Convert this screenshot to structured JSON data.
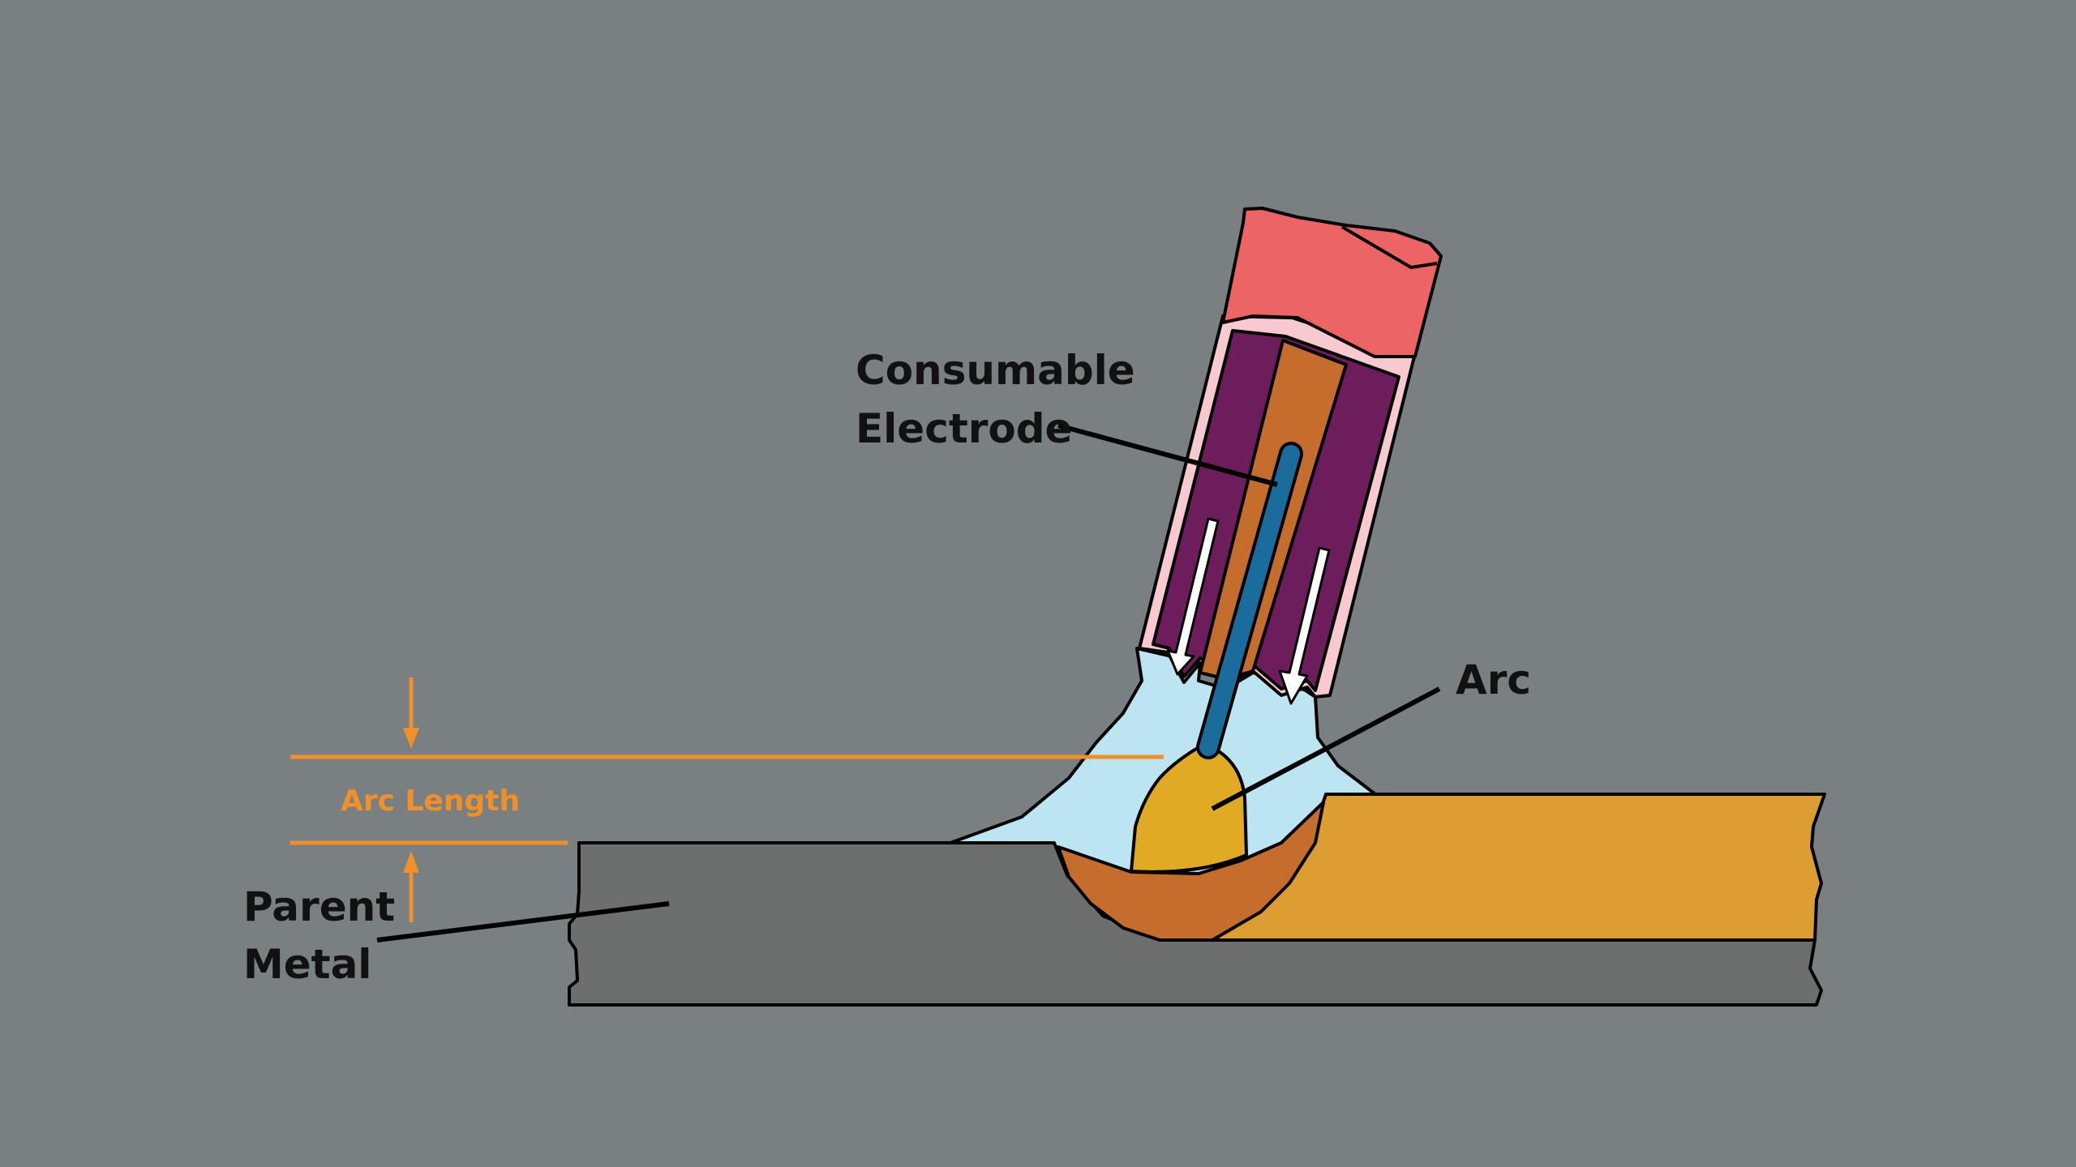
{
  "labels": {
    "electrode_line1": "Consumable",
    "electrode_line2": "Electrode",
    "arc": "Arc",
    "arc_length": "Arc Length",
    "parent_line1": "Parent",
    "parent_line2": "Metal"
  },
  "colors": {
    "background": "#7a8082",
    "parent_metal": "#6d6f6e",
    "workpiece": "#dc9e33",
    "weld_pool": "#c56d2d",
    "shielding_gas": "#bde4f1",
    "arc": "#e0aa24",
    "nozzle_cap": "#ec6464",
    "nozzle_body": "#6e1d5c",
    "nozzle_rim": "#f8c9cf",
    "contact_tube": "#c56d2d",
    "electrode_wire": "#1a6c9c",
    "annotation": "#f0902a",
    "outline": "#000000"
  },
  "icons": [
    "down-arrow-icon",
    "up-arrow-icon",
    "gas-flow-arrow-icon"
  ]
}
